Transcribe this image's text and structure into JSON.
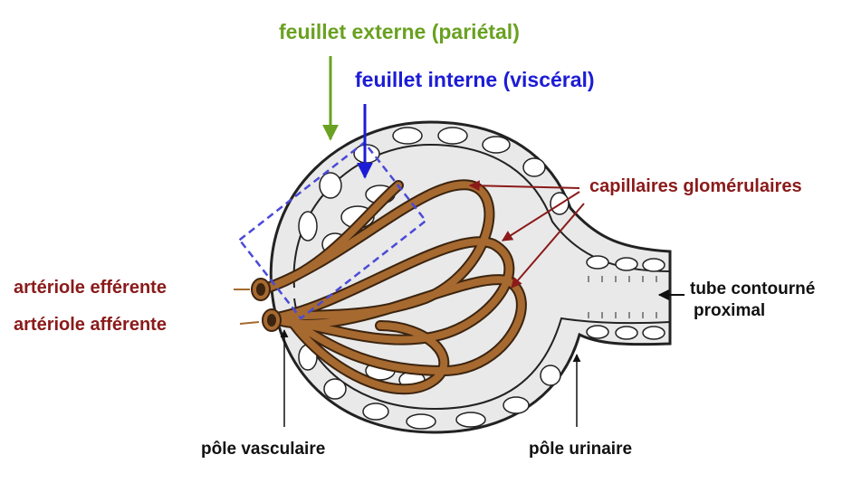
{
  "labels": {
    "outer_layer": "feuillet externe (pariétal)",
    "inner_layer": "feuillet interne (viscéral)",
    "capillaries": "capillaires glomérulaires",
    "efferent": "artériole efférente",
    "afferent": "artériole afférente",
    "tube_line1": "tube contourné",
    "tube_line2": "proximal",
    "vascular_pole": "pôle vasculaire",
    "urinary_pole": "pôle urinaire"
  },
  "colors": {
    "outer_layer": "#6aa121",
    "inner_layer": "#1c1cd6",
    "capillaries": "#8b1a1a",
    "arterioles": "#8b1a1a",
    "poles": "#111111",
    "vessel": "#a6692f",
    "capsule_fill": "#e9e9e9",
    "dashed_box": "#4a4ad8"
  }
}
